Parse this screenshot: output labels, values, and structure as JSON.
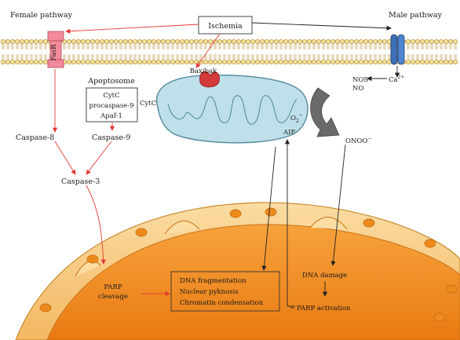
{
  "labels": {
    "female_pathway": "Female pathway",
    "male_pathway": "Male pathway",
    "ischemia": "Ischemia",
    "receptor": "FasR",
    "bax_bak": "Bax/bak",
    "apoptosome_title": "Apoptosome",
    "apoptosome_items": [
      "CytC",
      "procaspase-9",
      "Apaf-1"
    ],
    "cytc": "CytC",
    "o2": "O",
    "o2_sub": "2",
    "o2_sup": "−",
    "aif": "AIF",
    "nos": "NOS",
    "no": "NO",
    "ca": "Ca",
    "ca_sup": "2+",
    "onoo": "ONOO",
    "onoo_sup": "−",
    "caspase8": "Caspase-8",
    "caspase9": "Caspase-9",
    "caspase3": "Caspase-3",
    "parp": "PARP",
    "cleavage": "cleavage",
    "nucleus_items": [
      "DNA fragmentation",
      "Nuclear pyknosis",
      "Chromatin condensation"
    ],
    "dna_damage": "DNA damage",
    "parp_activation": "PARP activation"
  },
  "colors": {
    "red_arrow": "#e53935",
    "black_arrow": "#222222",
    "membrane_head": "#f2e2a0",
    "membrane_edge": "#b58a2c",
    "mito_fill": "#bfe0ea",
    "mito_edge": "#5a8fa0",
    "nucleus_outer": "#f6c77a",
    "nucleus_inner": "#ee8a1c",
    "channel": "#3f6fb5",
    "receptor": "#f28a9b"
  }
}
